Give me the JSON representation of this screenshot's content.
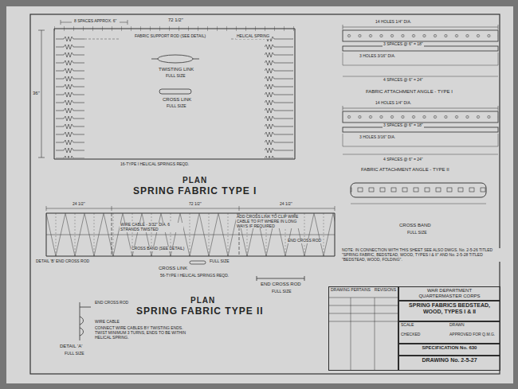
{
  "diagram": {
    "nodes": [
      {
        "text": [
          "DRAWING PERTAINS",
          "REVISIONS"
        ]
      },
      {
        "text": [
          "WAR DEPARTMENT",
          "QUARTERMASTER CORPS"
        ]
      },
      {
        "text": [
          "SPRING FABRICS BEDSTEAD, WOOD, TYPES I & II"
        ]
      },
      {
        "text": [
          "SCALE",
          "DRAWN",
          "CHECKED",
          "APPROVED FOR Q.M.G."
        ]
      },
      {
        "text": [
          "SPECIFICATION No. 630"
        ]
      },
      {
        "text": [
          "DRAWING No. 2-5-27"
        ]
      }
    ],
    "labels": [
      "8 SPACES APPROX. 6\"",
      "72 1/2\"",
      "36\"",
      "FABRIC SUPPORT ROD (SEE DETAIL)",
      "HELICAL SPRING",
      "TWISTING LINK",
      "FULL SIZE",
      "CROSS LINK",
      "FULL SIZE",
      "16-TYPE I HELICAL SPRINGS REQD.",
      "PLAN",
      "SPRING FABRIC TYPE I",
      "14 HOLES 1/4\" DIA.",
      "3 SPACES @ 6\" = 18\"",
      "3 HOLES 3/16\" DIA.",
      "4 SPACES @ 6\" = 24\"",
      "FABRIC ATTACHMENT ANGLE - TYPE I",
      "14 HOLES 1/4\" DIA.",
      "3 SPACES @ 6\" = 18\"",
      "3 HOLES 3/16\" DIA.",
      "4 SPACES @ 6\" = 24\"",
      "FABRIC ATTACHMENT ANGLE - TYPE II",
      "CROSS BAND",
      "FULL SIZE",
      "24 1/2\"",
      "72 1/2\"",
      "24 1/2\"",
      "ADD CROSS LINK TO CLIP WIRE CABLE TO FIT WHERE IN LONG WAYS IF REQUIRED",
      "WIRE CABLE - 3/32\" DIA. 6 STRANDS TWISTED",
      "CROSS BAND (SEE DETAIL)",
      "END CROSS ROD",
      "DETAIL 'B' END CROSS ROD",
      "FULL SIZE",
      "CROSS LINK",
      "56-TYPE I HELICAL SPRINGS REQD.",
      "END CROSS ROD",
      "FULL SIZE",
      "PLAN",
      "SPRING FABRIC TYPE II",
      "END CROSS ROD",
      "WIRE CABLE",
      "CONNECT WIRE CABLES BY TWISTING ENDS. TWIST MINIMUM 3 TURNS, ENDS TO BE WITHIN HELICAL SPRING.",
      "DETAIL 'A'",
      "FULL SIZE",
      "NOTE: IN CONNECTION WITH THIS SHEET SEE ALSO DWGS. No. 2-5-26 TITLED \"SPRING FABRIC, BEDSTEAD, WOOD, TYPES I & II\" AND No. 2-5-28 TITLED \"BEDSTEAD, WOOD, FOLDING\"."
    ]
  }
}
